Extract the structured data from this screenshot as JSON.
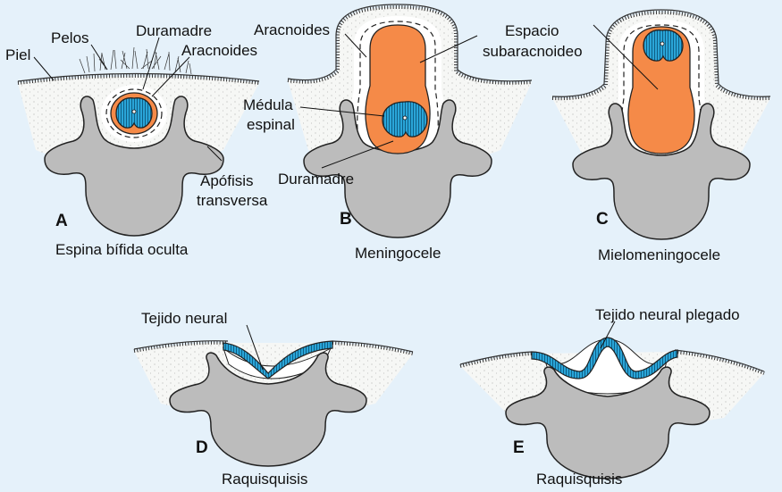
{
  "colors": {
    "background": "#e5f1fa",
    "bone": "#bcbcbc",
    "csf": "#f58a48",
    "neural": "#2aa5d8"
  },
  "panels": {
    "A": {
      "letter": "A",
      "caption": "Espina bífida oculta"
    },
    "B": {
      "letter": "B",
      "caption": "Meningocele"
    },
    "C": {
      "letter": "C",
      "caption": "Mielomeningocele"
    },
    "D": {
      "letter": "D",
      "caption": "Raquisquisis"
    },
    "E": {
      "letter": "E",
      "caption": "Raquisquisis"
    }
  },
  "labels": {
    "piel": "Piel",
    "pelos": "Pelos",
    "duramadre_a": "Duramadre",
    "aracnoides_a": "Aracnoides",
    "aracnoides_b": "Aracnoides",
    "medula_1": "Médula",
    "medula_2": "espinal",
    "apofisis_1": "Apófisis",
    "apofisis_2": "transversa",
    "duramadre_b": "Duramadre",
    "espacio_1": "Espacio",
    "espacio_2": "subaracnoideo",
    "tejido_neural": "Tejido neural",
    "tejido_plegado": "Tejido neural plegado"
  }
}
